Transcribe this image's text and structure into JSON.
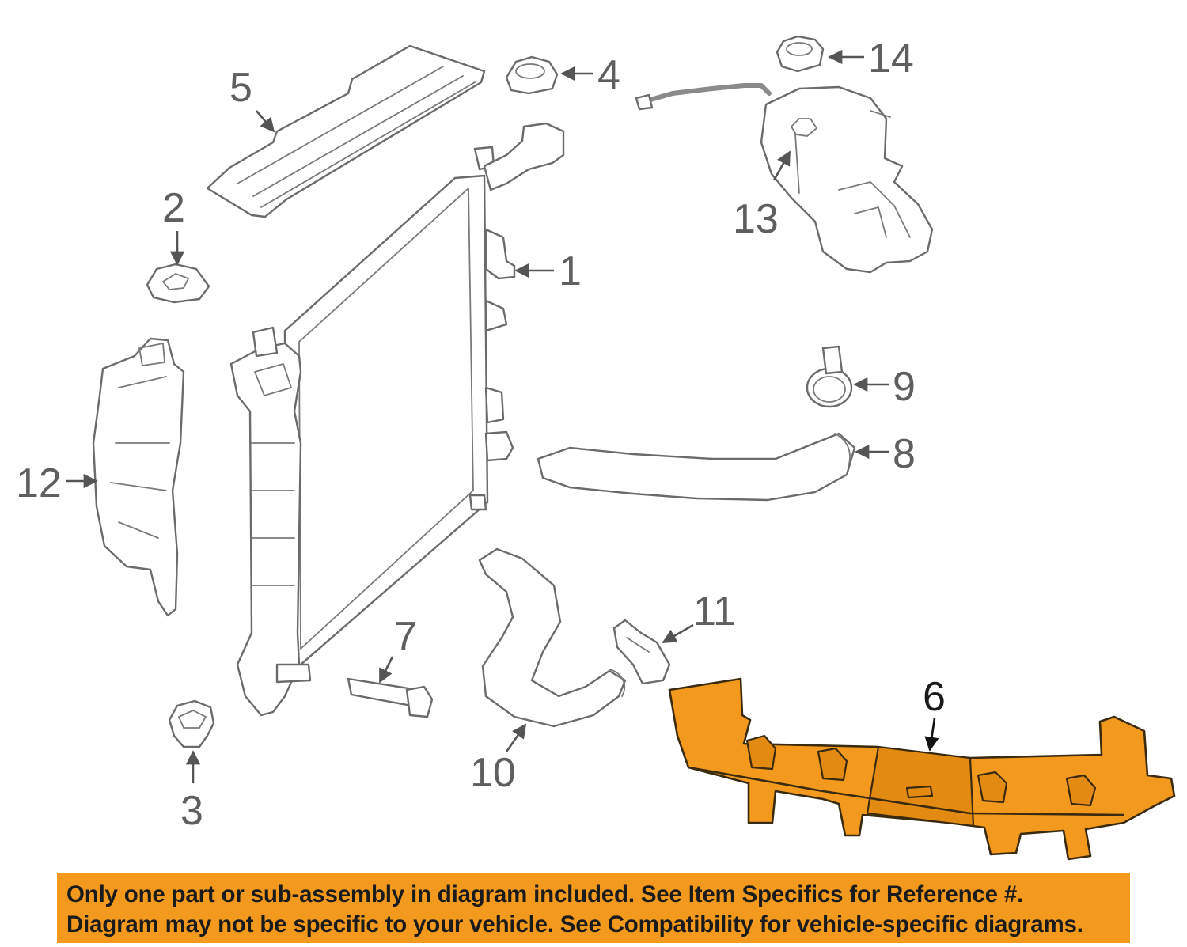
{
  "callouts": {
    "c1": "1",
    "c2": "2",
    "c3": "3",
    "c4": "4",
    "c5": "5",
    "c6": "6",
    "c7": "7",
    "c8": "8",
    "c9": "9",
    "c10": "10",
    "c11": "11",
    "c12": "12",
    "c13": "13",
    "c14": "14"
  },
  "highlight": {
    "part": "6",
    "color": "#f39a1e"
  },
  "banner": {
    "line1": "Only one part or sub-assembly in diagram included. See Item Specifics for Reference #.",
    "line2": "Diagram may not be specific to your vehicle. See Compatibility for vehicle-specific diagrams.",
    "color": "#f39a1e"
  }
}
